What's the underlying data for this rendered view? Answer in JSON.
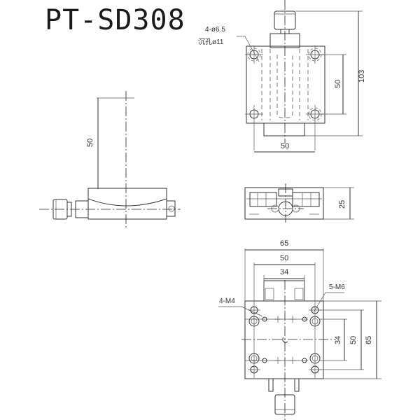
{
  "title": "PT-SD308",
  "top_view": {
    "hole_note_line1": "4-ø6.5",
    "hole_note_line2": "沉孔ø11",
    "dim_height_total": "103",
    "dim_hole_pitch_vertical": "50",
    "dim_hole_pitch_horizontal": "50"
  },
  "side_view": {
    "dim_travel_height": "50"
  },
  "front_view": {
    "dim_height": "25"
  },
  "bottom_view": {
    "dim_width_total": "65",
    "dim_width_50": "50",
    "dim_width_34": "34",
    "dim_height_34": "34",
    "dim_height_50": "50",
    "dim_height_65": "65",
    "thread_note_m6": "5-M6",
    "thread_note_m4": "4-M4"
  },
  "colors": {
    "line": "#333333",
    "background": "#ffffff"
  }
}
